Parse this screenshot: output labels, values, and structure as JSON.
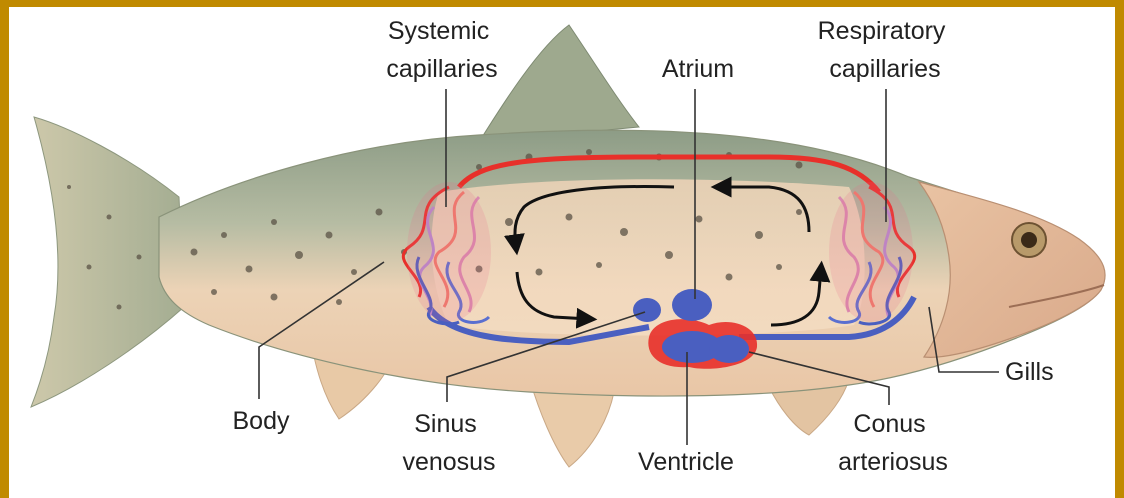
{
  "labels": {
    "systemic_capillaries": [
      "Systemic",
      "capillaries"
    ],
    "atrium": "Atrium",
    "respiratory_capillaries": [
      "Respiratory",
      "capillaries"
    ],
    "gills": "Gills",
    "body": "Body",
    "sinus_venosus": [
      "Sinus",
      "venosus"
    ],
    "ventricle": "Ventricle",
    "conus_arteriosus": [
      "Conus",
      "arteriosus"
    ]
  },
  "colors": {
    "frame": "#c08a00",
    "oxygenated_blood": "#e8302a",
    "deoxygenated_blood": "#4a5fc0",
    "fish_back": "#8a9a84",
    "fish_belly": "#f3d3b4",
    "flow_arrow": "#111111",
    "leader_line": "#333333"
  }
}
